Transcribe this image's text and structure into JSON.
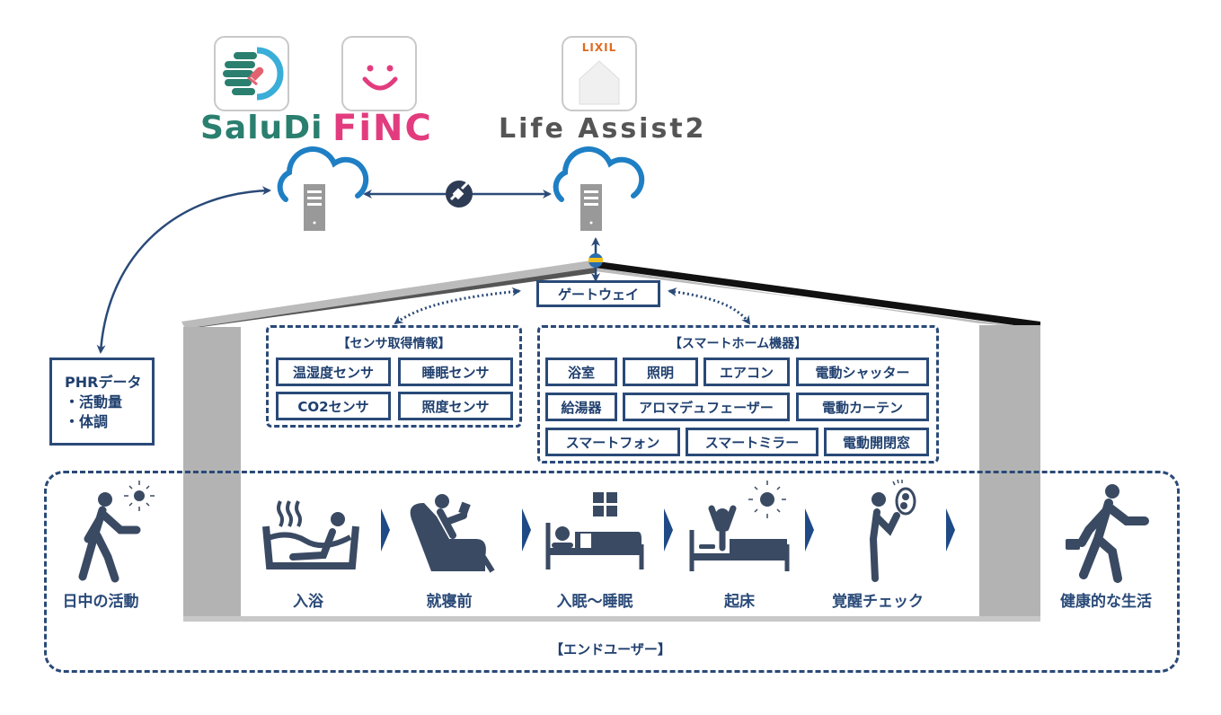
{
  "apps": [
    {
      "name": "SaluDi",
      "icon": "saludi-hand-heart-icon",
      "colors": [
        "#2a7f6f",
        "#3aaed8"
      ]
    },
    {
      "name": "FiNC",
      "icon": "finc-smile-icon",
      "color": "#e23c7e"
    },
    {
      "name": "Life Assist2",
      "icon": "lixil-house-icon",
      "brand": "LIXIL",
      "brand_color": "#e06a1f",
      "color": "#555555"
    }
  ],
  "connection": {
    "label": "API"
  },
  "gateway": {
    "label": "ゲートウェイ"
  },
  "phr": {
    "title": "PHRデータ",
    "items": [
      "・活動量",
      "・体調"
    ]
  },
  "sensor_group": {
    "title": "【センサ取得情報】",
    "items": [
      "温湿度センサ",
      "睡眠センサ",
      "CO2センサ",
      "照度センサ"
    ]
  },
  "smart_home_group": {
    "title": "【スマートホーム機器】",
    "rows": [
      [
        "浴室",
        "照明",
        "エアコン",
        "電動シャッター"
      ],
      [
        "給湯器",
        "アロマデュフェーザー",
        "電動カーテン"
      ],
      [
        "スマートフォン",
        "スマートミラー",
        "電動開閉窓"
      ]
    ]
  },
  "end_user": {
    "title": "【エンドユーザー】",
    "stages": [
      "日中の活動",
      "入浴",
      "就寝前",
      "入眠～睡眠",
      "起床",
      "覚醒チェック",
      "健康的な生活"
    ]
  },
  "colors": {
    "navy": "#2a4a78",
    "cloud_blue": "#1f7fc4",
    "icon_dark": "#3a4a63",
    "wall_gray": "#b3b3b3"
  }
}
